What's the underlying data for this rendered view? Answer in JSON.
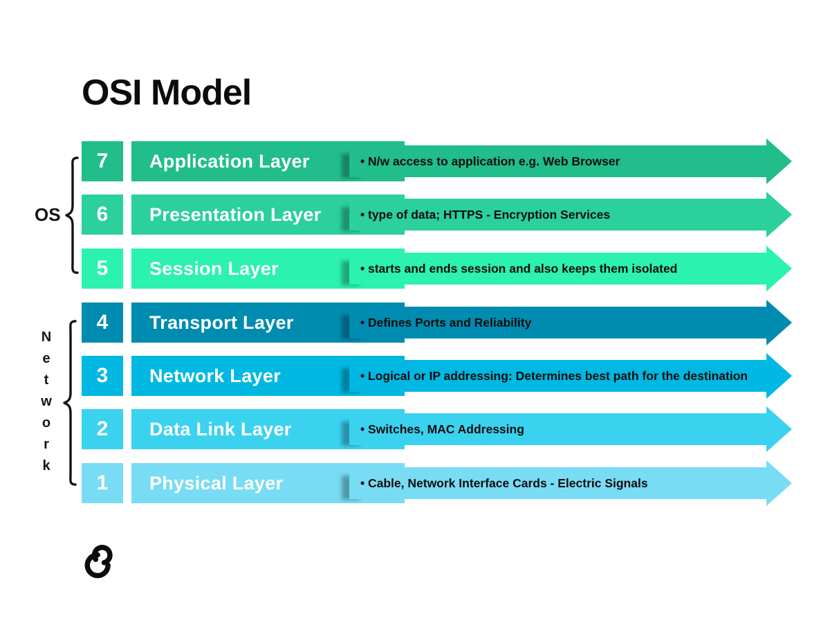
{
  "title": "OSI Model",
  "groups": {
    "os": {
      "label": "OS",
      "covers_layers": "7-5"
    },
    "network": {
      "label": "Network",
      "covers_layers": "4-1"
    }
  },
  "layers": [
    {
      "number": "7",
      "name": "Application Layer",
      "description": "• N/w access to application e.g. Web Browser",
      "color": "#21BD8B"
    },
    {
      "number": "6",
      "name": "Presentation Layer",
      "description": "• type of data; HTTPS - Encryption Services",
      "color": "#2BD09C"
    },
    {
      "number": "5",
      "name": "Session Layer",
      "description": "• starts and ends session and also keeps them isolated",
      "color": "#2BF2AE"
    },
    {
      "number": "4",
      "name": "Transport Layer",
      "description": "• Defines Ports and Reliability",
      "color": "#008CB0"
    },
    {
      "number": "3",
      "name": "Network Layer",
      "description": "• Logical or IP addressing: Determines best path for the destination",
      "color": "#00B8E2"
    },
    {
      "number": "2",
      "name": "Data Link Layer",
      "description": "• Switches, MAC Addressing",
      "color": "#3BD2F0"
    },
    {
      "number": "1",
      "name": "Physical Layer",
      "description": "• Cable, Network Interface Cards - Electric Signals",
      "color": "#78DCF4"
    }
  ],
  "icons": {
    "logo": "interlocked-hooks-logo"
  },
  "colors": {
    "text_dark": "#0d0d0d",
    "text_light": "#ffffff",
    "background": "#ffffff"
  }
}
